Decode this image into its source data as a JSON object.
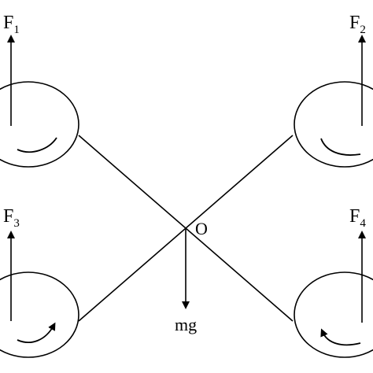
{
  "labels": {
    "f1": "F",
    "f1_sub": "1",
    "f2": "F",
    "f2_sub": "2",
    "f3": "F",
    "f3_sub": "3",
    "f4": "F",
    "f4_sub": "4",
    "center": "O",
    "weight": "mg"
  },
  "colors": {
    "stroke": "#000000",
    "background": "#ffffff"
  }
}
